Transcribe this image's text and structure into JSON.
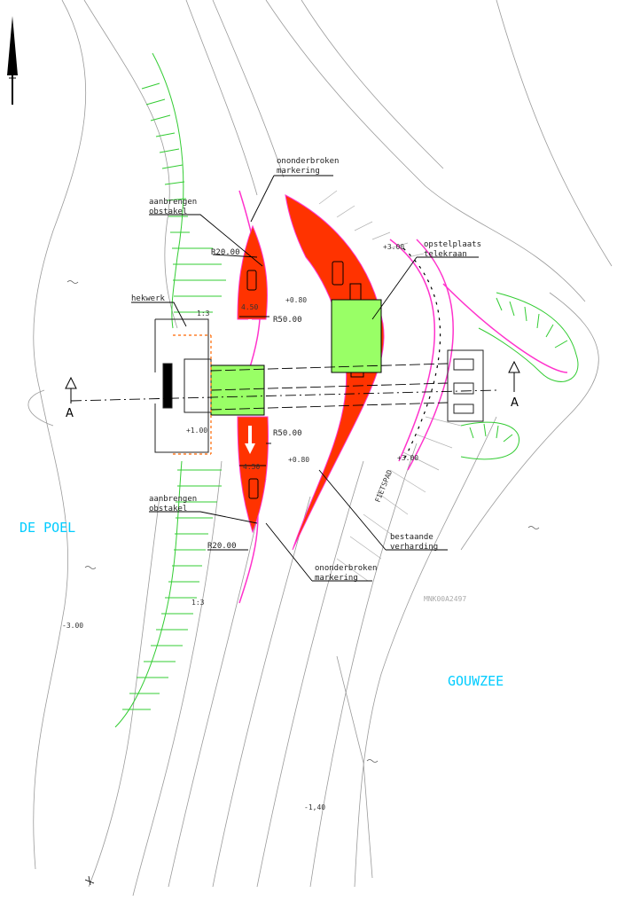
{
  "colors": {
    "road_paint": "#ff3300",
    "marking": "#ff33cc",
    "slope": "#33cc33",
    "bridge_fill": "#99ff66",
    "water_text": "#00ccff",
    "code_text": "#aaaaaa"
  },
  "icons": {
    "north_arrow": "north-arrow-icon",
    "water": "water-symbol-icon",
    "tree": "tree-icon"
  },
  "labels": {
    "ononderbroken_top": [
      "ononderbroken",
      "markering"
    ],
    "aanbrengen_top": [
      "aanbrengen",
      "obstakel"
    ],
    "opstelplaats": [
      "opstelplaats",
      "telekraan"
    ],
    "hekwerk": "hekwerk",
    "ononderbroken_bottom": [
      "ononderbroken",
      "markering"
    ],
    "aanbrengen_bottom": [
      "aanbrengen",
      "obstakel"
    ],
    "bestaande": [
      "bestaande",
      "verharding"
    ],
    "r20_top": "R20.00",
    "r50_top": "R50.00",
    "r50_bottom": "R50.00",
    "r20_bottom": "R20.00",
    "w450_top": "4.50",
    "w450_bottom": "4.50",
    "slope_top": "1:3",
    "slope_bottom": "1:3",
    "lvl_080_top": "+0.80",
    "lvl_080_bottom": "+0.80",
    "lvl_100": "+1.00",
    "lvl_300_top": "+3.00",
    "lvl_300_bottom": "+3.00",
    "lvl_m300": "-3.00",
    "lvl_m140": "-1,40",
    "fietspad": "FIETSPAD",
    "section_left": "A",
    "section_right": "A",
    "drawing_code": "MNK00A2497"
  },
  "water": {
    "de_poel": "DE POEL",
    "gouwzee": "GOUWZEE"
  }
}
